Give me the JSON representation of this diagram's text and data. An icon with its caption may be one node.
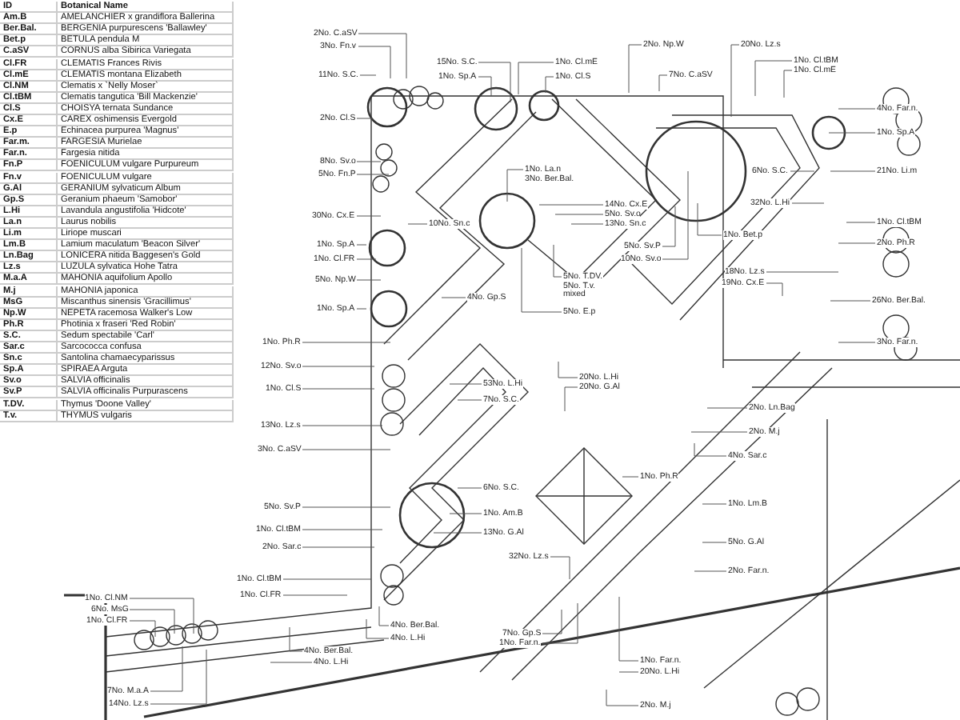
{
  "diagram": {
    "nodes": [
      {
        "text": [
          "2No. C.aSV"
        ]
      },
      {
        "text": [
          "3No. Fn.v"
        ]
      },
      {
        "text": [
          "11No. S.C."
        ]
      },
      {
        "text": [
          "15No. S.C."
        ]
      },
      {
        "text": [
          "1No. Sp.A"
        ]
      },
      {
        "text": [
          "1No. Cl.mE"
        ]
      },
      {
        "text": [
          "1No. Cl.S"
        ]
      },
      {
        "text": [
          "2No. Np.W"
        ]
      },
      {
        "text": [
          "20No. Lz.s"
        ]
      },
      {
        "text": [
          "7No. C.aSV"
        ]
      },
      {
        "text": [
          "1No. Cl.tBM"
        ]
      },
      {
        "text": [
          "1No. Cl.mE"
        ]
      },
      {
        "text": [
          "4No. Far.n."
        ]
      },
      {
        "text": [
          "1No. Sp.A"
        ]
      },
      {
        "text": [
          "21No. Li.m"
        ]
      },
      {
        "text": [
          "1No. Cl.tBM"
        ]
      },
      {
        "text": [
          "2No. Ph.R"
        ]
      },
      {
        "text": [
          "26No. Ber.Bal."
        ]
      },
      {
        "text": [
          "3No. Far.n."
        ]
      },
      {
        "text": [
          "6No. S.C."
        ]
      },
      {
        "text": [
          "32No. L.Hi"
        ]
      },
      {
        "text": [
          "1No. Bet.p"
        ]
      },
      {
        "text": [
          "18No. Lz.s"
        ]
      },
      {
        "text": [
          "19No. Cx.E"
        ]
      },
      {
        "text": [
          "1No. La.n"
        ]
      },
      {
        "text": [
          "3No. Ber.Bal."
        ]
      },
      {
        "text": [
          "14No. Cx.E"
        ]
      },
      {
        "text": [
          "5No. Sv.o"
        ]
      },
      {
        "text": [
          "13No. Sn.c"
        ]
      },
      {
        "text": [
          "5No. Sv.P"
        ]
      },
      {
        "text": [
          "10No. Sv.o"
        ]
      },
      {
        "text": [
          "5No. T.DV."
        ]
      },
      {
        "text": [
          "5No. T.v."
        ]
      },
      {
        "text": [
          "mixed"
        ]
      },
      {
        "text": [
          "5No. E.p"
        ]
      },
      {
        "text": [
          "10No. Sn.c"
        ]
      },
      {
        "text": [
          "4No. Gp.S"
        ]
      },
      {
        "text": [
          "2No. Cl.S"
        ]
      },
      {
        "text": [
          "8No. Sv.o"
        ]
      },
      {
        "text": [
          "5No. Fn.P"
        ]
      },
      {
        "text": [
          "30No. Cx.E"
        ]
      },
      {
        "text": [
          "1No. Sp.A"
        ]
      },
      {
        "text": [
          "1No. Cl.FR"
        ]
      },
      {
        "text": [
          "5No. Np.W"
        ]
      },
      {
        "text": [
          "1No. Sp.A"
        ]
      },
      {
        "text": [
          "1No. Ph.R"
        ]
      },
      {
        "text": [
          "12No. Sv.o"
        ]
      },
      {
        "text": [
          "1No. Cl.S"
        ]
      },
      {
        "text": [
          "13No. Lz.s"
        ]
      },
      {
        "text": [
          "3No. C.aSV"
        ]
      },
      {
        "text": [
          "5No. Sv.P"
        ]
      },
      {
        "text": [
          "1No. Cl.tBM"
        ]
      },
      {
        "text": [
          "2No. Sar.c"
        ]
      },
      {
        "text": [
          "1No. Cl.tBM"
        ]
      },
      {
        "text": [
          "1No. Cl.FR"
        ]
      },
      {
        "text": [
          "1No. Cl.NM"
        ]
      },
      {
        "text": [
          "6No. MsG"
        ]
      },
      {
        "text": [
          "1No. Cl.FR"
        ]
      },
      {
        "text": [
          "7No. M.a.A"
        ]
      },
      {
        "text": [
          "14No. Lz.s"
        ]
      },
      {
        "text": [
          "4No. Ber.Bal."
        ]
      },
      {
        "text": [
          "4No. L.Hi"
        ]
      },
      {
        "text": [
          "4No. Ber.Bal."
        ]
      },
      {
        "text": [
          "4No. L.Hi"
        ]
      },
      {
        "text": [
          "53No. L.Hi"
        ]
      },
      {
        "text": [
          "7No. S.C."
        ]
      },
      {
        "text": [
          "6No. S.C."
        ]
      },
      {
        "text": [
          "1No. Am.B"
        ]
      },
      {
        "text": [
          "13No. G.Al"
        ]
      },
      {
        "text": [
          "32No. Lz.s"
        ]
      },
      {
        "text": [
          "7No. Gp.S"
        ]
      },
      {
        "text": [
          "1No. Far.n."
        ]
      },
      {
        "text": [
          "20No. L.Hi"
        ]
      },
      {
        "text": [
          "20No. G.Al"
        ]
      },
      {
        "text": [
          "2No. Ln.Bag"
        ]
      },
      {
        "text": [
          "2No. M.j"
        ]
      },
      {
        "text": [
          "4No. Sar.c"
        ]
      },
      {
        "text": [
          "1No. Ph.R"
        ]
      },
      {
        "text": [
          "1No. Lm.B"
        ]
      },
      {
        "text": [
          "5No. G.Al"
        ]
      },
      {
        "text": [
          "2No. Far.n."
        ]
      },
      {
        "text": [
          "1No. Far.n."
        ]
      },
      {
        "text": [
          "20No. L.Hi"
        ]
      },
      {
        "text": [
          "2No. M.j"
        ]
      }
    ],
    "edges": [
      {
        "from": 0,
        "to": null,
        "arrow": "none"
      },
      {
        "from": 1,
        "to": null,
        "arrow": "none"
      },
      {
        "from": 2,
        "to": null,
        "arrow": "none"
      },
      {
        "from": 3,
        "to": null,
        "arrow": "none"
      },
      {
        "from": 4,
        "to": null,
        "arrow": "none"
      },
      {
        "from": 5,
        "to": null,
        "arrow": "none"
      },
      {
        "from": 6,
        "to": null,
        "arrow": "none"
      },
      {
        "from": 7,
        "to": null,
        "arrow": "none"
      },
      {
        "from": 8,
        "to": null,
        "arrow": "none"
      },
      {
        "from": 9,
        "to": null,
        "arrow": "none"
      },
      {
        "from": 10,
        "to": null,
        "arrow": "none"
      },
      {
        "from": 11,
        "to": null,
        "arrow": "none"
      },
      {
        "from": 12,
        "to": null,
        "arrow": "none"
      },
      {
        "from": 13,
        "to": null,
        "arrow": "none"
      },
      {
        "from": 14,
        "to": null,
        "arrow": "none"
      },
      {
        "from": 15,
        "to": null,
        "arrow": "none"
      },
      {
        "from": 16,
        "to": null,
        "arrow": "none"
      },
      {
        "from": 17,
        "to": null,
        "arrow": "none"
      },
      {
        "from": 18,
        "to": null,
        "arrow": "none"
      },
      {
        "from": 19,
        "to": null,
        "arrow": "none"
      },
      {
        "from": 20,
        "to": null,
        "arrow": "none"
      },
      {
        "from": 21,
        "to": null,
        "arrow": "none"
      },
      {
        "from": 22,
        "to": null,
        "arrow": "none"
      },
      {
        "from": 23,
        "to": null,
        "arrow": "none"
      },
      {
        "from": 24,
        "to": null,
        "arrow": "none"
      },
      {
        "from": 26,
        "to": null,
        "arrow": "none"
      },
      {
        "from": 27,
        "to": null,
        "arrow": "none"
      },
      {
        "from": 28,
        "to": null,
        "arrow": "none"
      },
      {
        "from": 29,
        "to": null,
        "arrow": "none"
      },
      {
        "from": 30,
        "to": null,
        "arrow": "none"
      },
      {
        "from": 31,
        "to": null,
        "arrow": "none"
      },
      {
        "from": 34,
        "to": null,
        "arrow": "none"
      },
      {
        "from": 35,
        "to": null,
        "arrow": "none"
      },
      {
        "from": 36,
        "to": null,
        "arrow": "none"
      },
      {
        "from": 37,
        "to": null,
        "arrow": "none"
      },
      {
        "from": 38,
        "to": null,
        "arrow": "none"
      },
      {
        "from": 39,
        "to": null,
        "arrow": "none"
      },
      {
        "from": 40,
        "to": null,
        "arrow": "none"
      },
      {
        "from": 41,
        "to": null,
        "arrow": "none"
      },
      {
        "from": 42,
        "to": null,
        "arrow": "none"
      },
      {
        "from": 43,
        "to": null,
        "arrow": "none"
      },
      {
        "from": 44,
        "to": null,
        "arrow": "none"
      },
      {
        "from": 45,
        "to": null,
        "arrow": "none"
      },
      {
        "from": 46,
        "to": null,
        "arrow": "none"
      },
      {
        "from": 47,
        "to": null,
        "arrow": "none"
      },
      {
        "from": 48,
        "to": null,
        "arrow": "none"
      },
      {
        "from": 49,
        "to": null,
        "arrow": "none"
      },
      {
        "from": 50,
        "to": null,
        "arrow": "none"
      },
      {
        "from": 51,
        "to": null,
        "arrow": "none"
      },
      {
        "from": 52,
        "to": null,
        "arrow": "none"
      },
      {
        "from": 53,
        "to": null,
        "arrow": "none"
      },
      {
        "from": 54,
        "to": null,
        "arrow": "none"
      },
      {
        "from": 55,
        "to": null,
        "arrow": "none"
      },
      {
        "from": 56,
        "to": null,
        "arrow": "none"
      },
      {
        "from": 57,
        "to": null,
        "arrow": "none"
      },
      {
        "from": 58,
        "to": null,
        "arrow": "none"
      },
      {
        "from": 59,
        "to": null,
        "arrow": "none"
      },
      {
        "from": 60,
        "to": null,
        "arrow": "none"
      },
      {
        "from": 61,
        "to": null,
        "arrow": "none"
      },
      {
        "from": 62,
        "to": null,
        "arrow": "none"
      },
      {
        "from": 63,
        "to": null,
        "arrow": "none"
      },
      {
        "from": 64,
        "to": null,
        "arrow": "none"
      },
      {
        "from": 65,
        "to": null,
        "arrow": "none"
      },
      {
        "from": 66,
        "to": null,
        "arrow": "none"
      },
      {
        "from": 67,
        "to": null,
        "arrow": "none"
      },
      {
        "from": 68,
        "to": null,
        "arrow": "none"
      },
      {
        "from": 69,
        "to": null,
        "arrow": "none"
      },
      {
        "from": 70,
        "to": null,
        "arrow": "none"
      },
      {
        "from": 71,
        "to": null,
        "arrow": "none"
      },
      {
        "from": 72,
        "to": null,
        "arrow": "none"
      },
      {
        "from": 73,
        "to": null,
        "arrow": "none"
      },
      {
        "from": 74,
        "to": null,
        "arrow": "none"
      },
      {
        "from": 75,
        "to": null,
        "arrow": "none"
      },
      {
        "from": 76,
        "to": null,
        "arrow": "none"
      },
      {
        "from": 77,
        "to": null,
        "arrow": "none"
      },
      {
        "from": 78,
        "to": null,
        "arrow": "none"
      },
      {
        "from": 79,
        "to": null,
        "arrow": "none"
      },
      {
        "from": 80,
        "to": null,
        "arrow": "none"
      },
      {
        "from": 81,
        "to": null,
        "arrow": "none"
      },
      {
        "from": 82,
        "to": null,
        "arrow": "none"
      },
      {
        "from": 83,
        "to": null,
        "arrow": "none"
      }
    ],
    "labels": [
      "ID",
      "Botanical Name",
      "Am.B",
      "AMELANCHIER x grandiflora Ballerina",
      "Ber.Bal.",
      "BERGENIA purpurescens 'Ballawley'",
      "Bet.p",
      "BETULA pendula  M",
      "C.aSV",
      "CORNUS alba Sibirica Variegata",
      "Cl.FR",
      "CLEMATIS  Frances Rivis",
      "Cl.mE",
      "CLEMATIS  montana Elizabeth",
      "Cl.NM",
      "Clematis x `Nelly Moser`",
      "Cl.tBM",
      "Clematis tangutica 'Bill Mackenzie'",
      "Cl.S",
      "CHOISYA ternata Sundance",
      "Cx.E",
      "CAREX  oshimensis Evergold",
      "E.p",
      "Echinacea purpurea 'Magnus'",
      "Far.m.",
      "FARGESIA Murielae",
      "Far.n.",
      "Fargesia nitida",
      "Fn.P",
      "FOENICULUM  vulgare Purpureum",
      "Fn.v",
      "FOENICULUM  vulgare",
      "G.Al",
      "GERANIUM  sylvaticum Album",
      "Gp.S",
      "Geranium phaeum 'Samobor'",
      "L.Hi",
      "Lavandula angustifolia 'Hidcote'",
      "La.n",
      "Laurus nobilis",
      "Li.m",
      "Liriope muscari",
      "Lm.B",
      "Lamium maculatum 'Beacon Silver'",
      "Ln.Bag",
      "LONICERA nitida Baggesen's Gold",
      "Lz.s",
      "LUZULA sylvatica Hohe Tatra",
      "M.a.A",
      "MAHONIA aquifolium Apollo",
      "M.j",
      "MAHONIA japonica",
      "MsG",
      "Miscanthus sinensis 'Gracillimus'",
      "Np.W",
      "NEPETA racemosa Walker's Low",
      "Ph.R",
      "Photinia x fraseri 'Red Robin'",
      "S.C.",
      "Sedum spectabile 'Carl'",
      "Sar.c",
      "Sarcococca confusa",
      "Sn.c",
      "Santolina chamaecyparissus",
      "Sp.A",
      "SPIRAEA Arguta",
      "Sv.o",
      "SALVIA  officinalis",
      "Sv.P",
      "SALVIA  officinalis Purpurascens",
      "T.DV.",
      "Thymus 'Doone Valley'",
      "T.v.",
      "THYMUS vulgaris"
    ]
  }
}
